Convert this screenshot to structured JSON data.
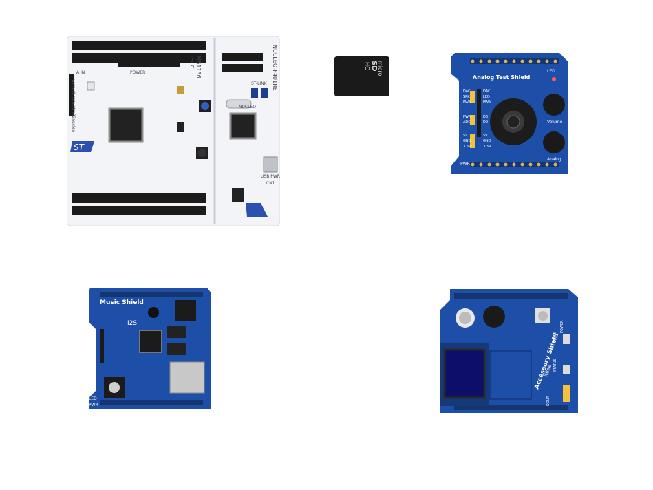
{
  "scene": {
    "background": "#ffffff",
    "colors": {
      "nucleo_board": "#f2f4f7",
      "shield_blue": "#1e4fa8",
      "header_black": "#1b1b1b",
      "microsd": "#1a1a1a",
      "gold": "#d9b35a",
      "st_logo": "#2c4fb0"
    }
  },
  "nucleo": {
    "model": "NUCLEO-F401RE",
    "board_rev": "MB1136",
    "rev": "rev C",
    "label_st_link": "ST-LINK",
    "label_nucleo": "NUCLEO",
    "label_usb": "USB PWR",
    "label_power": "POWER",
    "label_ain": "A IN",
    "label_cn": "CN1",
    "website": "www.st.com/stm32nucleo",
    "logo_text": "ST"
  },
  "microsd": {
    "line1": "micro",
    "line2": "SD",
    "line3": "HC"
  },
  "analog_shield": {
    "title": "Analog Test Shield",
    "led": "LED",
    "volume": "Volume",
    "analog": "Analog",
    "pwr": "PWR",
    "left_labels": [
      "DAC",
      "SPK",
      "PWM",
      "PWM",
      "ADC",
      "5V",
      "GND",
      "3.3V"
    ],
    "right_labels": [
      "DAC",
      "LED",
      "PWM",
      "D6",
      "D9",
      "5V",
      "GND",
      "3.3V"
    ]
  },
  "music_shield": {
    "title": "Music Shield",
    "i2s": "I2S",
    "led": "LED",
    "pwr": "PWR"
  },
  "accessory_shield": {
    "title": "Accessory Shield",
    "xbee": "XBee",
    "power": "POWER",
    "state": "STATE",
    "dout": "DOUT",
    "status": "STATUS"
  }
}
